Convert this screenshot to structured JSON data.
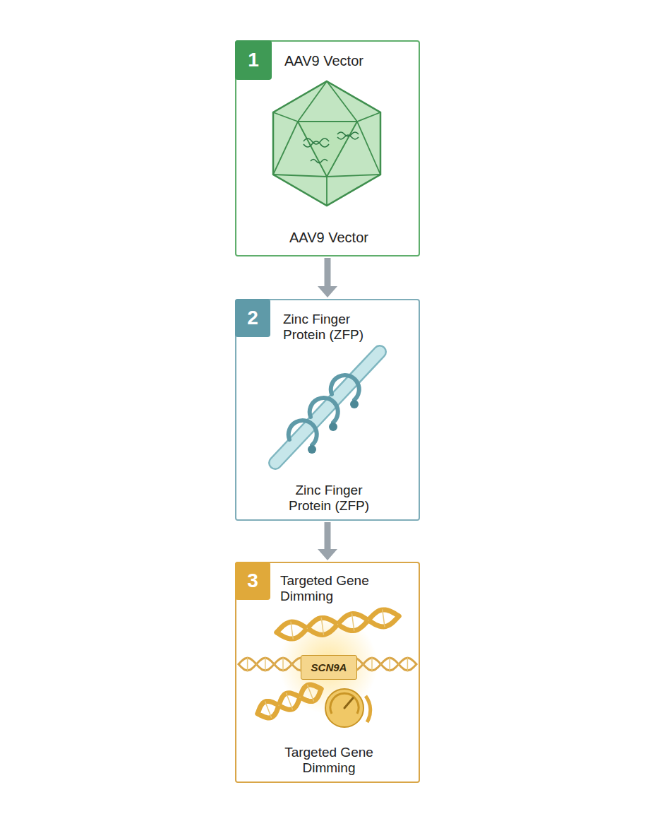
{
  "diagram": {
    "nodes": [
      {
        "text": [
          "AAV9 Vector",
          "AAV9 Vector"
        ]
      },
      {
        "text": [
          "1"
        ],
        "in": 0
      },
      {
        "text": [
          "Zinc Finger Protein (ZFP)",
          "Zinc Finger Protein (ZFP)"
        ]
      },
      {
        "text": [
          "2"
        ],
        "in": 2
      },
      {
        "text": [
          "Targeted Gene Dimming",
          "Targeted Gene Dimming"
        ]
      },
      {
        "text": [
          "3"
        ],
        "in": 4
      },
      {
        "text": [
          "SCN9A"
        ],
        "in": 4
      }
    ],
    "edges": [
      {
        "from": 0,
        "to": 2,
        "arrow": "to"
      },
      {
        "from": 2,
        "to": 4,
        "arrow": "to"
      }
    ]
  }
}
